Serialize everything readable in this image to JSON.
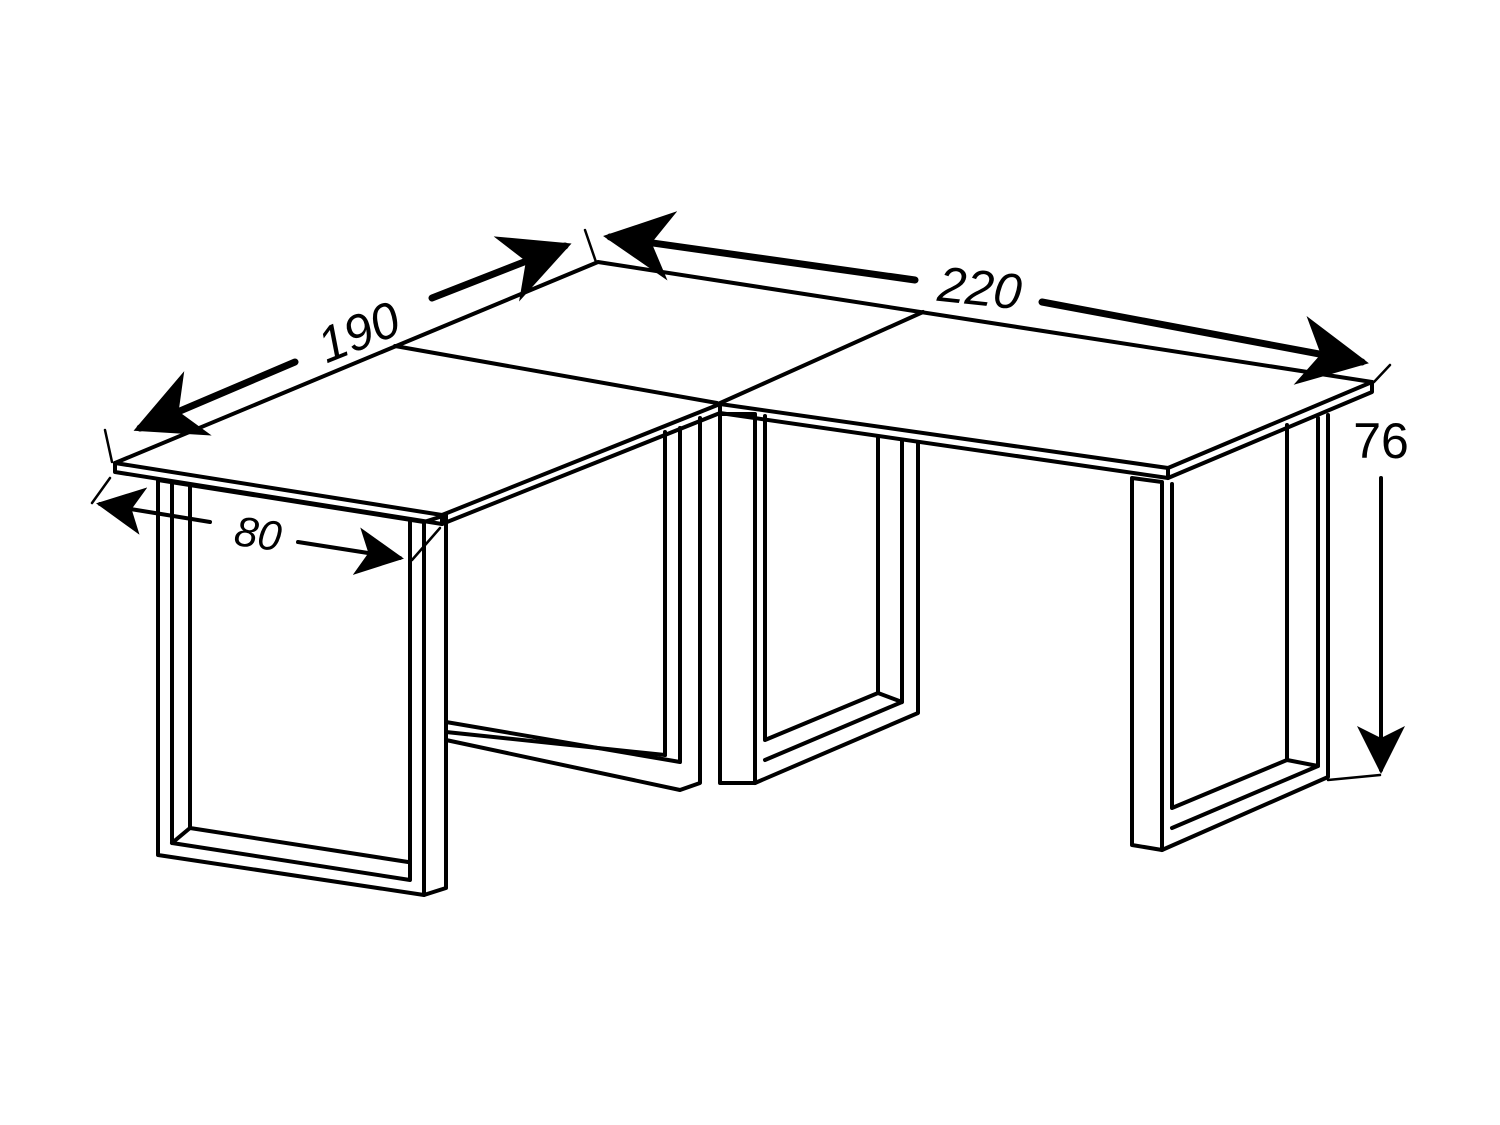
{
  "diagram": {
    "colors": {
      "line": "#000000",
      "background": "#ffffff"
    },
    "dimensions": {
      "width_left": "190",
      "width_right": "220",
      "depth": "80",
      "height": "76"
    }
  }
}
